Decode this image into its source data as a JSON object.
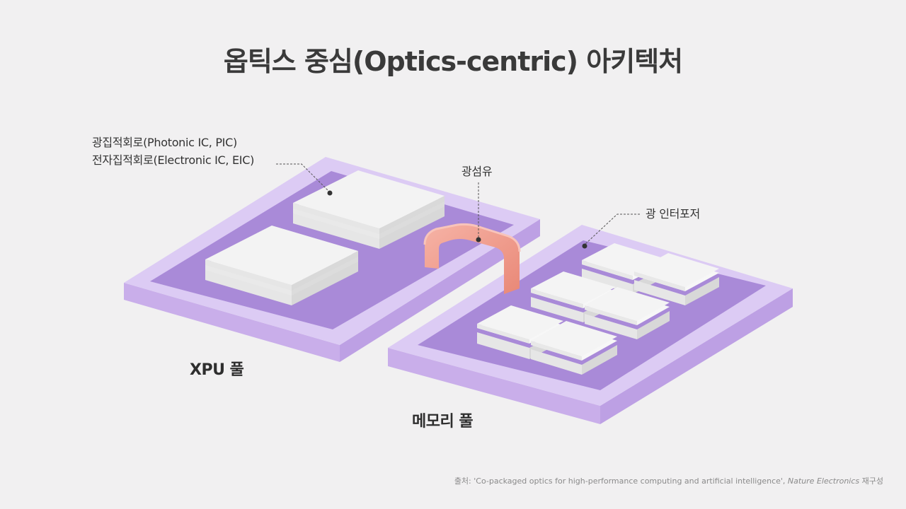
{
  "title": "옵틱스 중심(Optics-centric) 아키텍처",
  "labels": {
    "pic": "광집적회로(Photonic IC, PIC)",
    "eic": "전자집적회로(Electronic IC, EIC)",
    "fiber": "광섬유",
    "interposer": "광 인터포저",
    "xpu_pool": "XPU 풀",
    "memory_pool": "메모리 풀"
  },
  "source": {
    "prefix": "출처: 'Co-packaged optics for high-performance computing and artificial intelligence', ",
    "journal": "Nature Electronics",
    "suffix": " 재구성"
  },
  "colors": {
    "background": "#f1f0f1",
    "board_frame": "#d9c6f2",
    "board_inner": "#a98bd8",
    "chip": "#f4f4f4",
    "fiber": "#f2a294",
    "title_text": "#3a3a3a"
  }
}
